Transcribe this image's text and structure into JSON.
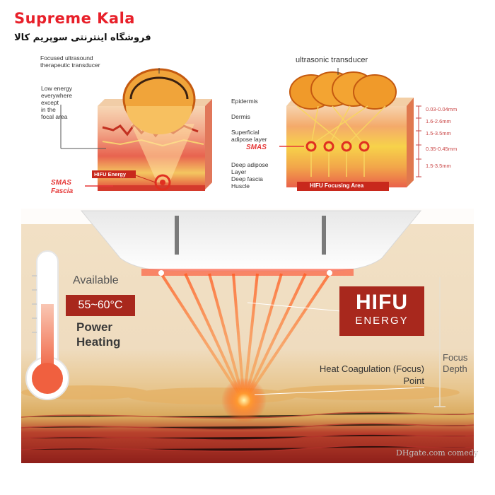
{
  "brand": {
    "name": "Supreme Kala",
    "subtitle": "فروشگاه اینترنتی سوپریم کالا"
  },
  "left_diagram": {
    "transducer_label_1": "Focused ultrasound",
    "transducer_label_2": "therapeutic transducer",
    "low_energy_1": "Low energy",
    "low_energy_2": "everywhere",
    "low_energy_3": "except",
    "low_energy_4": "in the",
    "low_energy_5": "focal area",
    "hifu_energy_tag": "HIFU Energy",
    "smas_1": "SMAS",
    "smas_2": "Fascia"
  },
  "layers": {
    "epidermis": "Epidermis",
    "dermis": "Dermis",
    "superficial_1": "Superficial",
    "superficial_2": "adipose layer",
    "smas": "SMAS",
    "deep_1": "Deep adipose",
    "deep_2": "Layer",
    "deep_fascia": "Deep fascia",
    "muscle": "Huscle"
  },
  "right_diagram": {
    "transducer_title": "ultrasonic transducer",
    "focusing_area": "HIFU Focusing Area",
    "measurements": [
      "0.03-0.04mm",
      "1.6-2.6mm",
      "1.5-3.5mm",
      "0.35-0.45mm",
      "1.5-3.5mm"
    ]
  },
  "bottom": {
    "available": "Available",
    "temperature": "55~60°C",
    "power_1": "Power",
    "power_2": "Heating",
    "hifu_1": "HIFU",
    "hifu_2": "ENERGY",
    "heat_1": "Heat Coagulation (Focus)",
    "heat_2": "Point",
    "focus_1": "Focus",
    "focus_2": "Depth"
  },
  "watermark": "DHgate.com comedy",
  "colors": {
    "brand_red": "#e8202a",
    "hifu_box": "#a8281d",
    "smas_red": "#e53939"
  }
}
